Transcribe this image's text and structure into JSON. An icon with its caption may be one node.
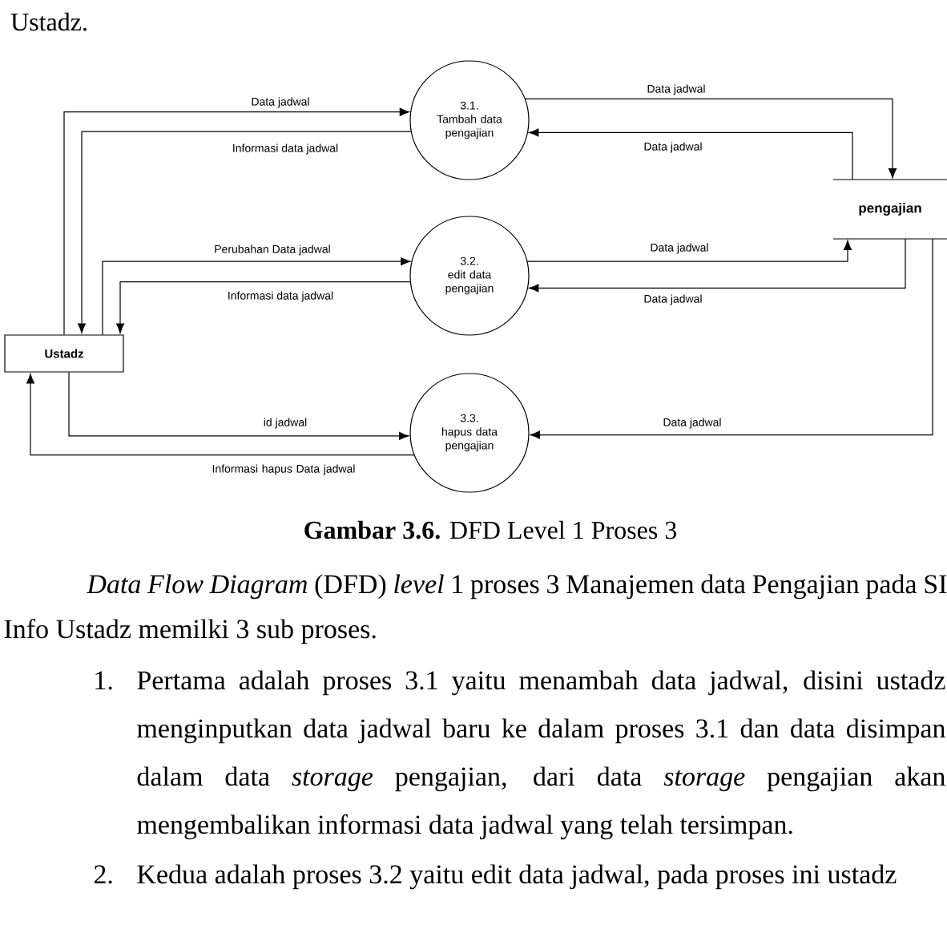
{
  "diagram": {
    "caption": "**Gambar 3.6.** DFD Level 1 Proses 3",
    "nodes": [
      {
        "text": [
          "Ustadz"
        ]
      },
      {
        "text": [
          "3.1.",
          "Tambah data pengajian"
        ]
      },
      {
        "text": [
          "3.2.",
          "edit data pengajian"
        ]
      },
      {
        "text": [
          "3.3.",
          "hapus data pengajian"
        ]
      },
      {
        "text": [
          "pengajian"
        ]
      }
    ],
    "edges": [
      {
        "from": 0,
        "to": 1,
        "arrow": "to",
        "label": "Data jadwal"
      },
      {
        "from": 1,
        "to": 0,
        "arrow": "to",
        "label": "Informasi data jadwal"
      },
      {
        "from": 0,
        "to": 2,
        "arrow": "to",
        "label": "Perubahan Data jadwal"
      },
      {
        "from": 2,
        "to": 0,
        "arrow": "to",
        "label": "Informasi data jadwal"
      },
      {
        "from": 0,
        "to": 3,
        "arrow": "to",
        "label": "id jadwal"
      },
      {
        "from": 3,
        "to": 0,
        "arrow": "to",
        "label": "Informasi hapus Data jadwal"
      },
      {
        "from": 1,
        "to": 4,
        "arrow": "to",
        "label": "Data jadwal"
      },
      {
        "from": 4,
        "to": 1,
        "arrow": "to",
        "label": "Data jadwal"
      },
      {
        "from": 2,
        "to": 4,
        "arrow": "to",
        "label": "Data jadwal"
      },
      {
        "from": 4,
        "to": 2,
        "arrow": "to",
        "label": "Data jadwal"
      },
      {
        "from": 4,
        "to": 3,
        "arrow": "to",
        "label": "Data jadwal"
      }
    ],
    "labels": [
      "Ustadz.",
      "*Data Flow Diagram* (DFD) *level* 1 proses 3 Manajemen data Pengajian pada SI Info Ustadz memilki 3 sub proses.",
      "1.",
      "Pertama adalah proses 3.1 yaitu menambah data jadwal, disini ustadz menginputkan data jadwal baru ke dalam proses 3.1 dan data disimpan dalam data *storage* pengajian, dari data *storage* pengajian akan mengembalikan informasi data jadwal yang telah tersimpan.",
      "2.",
      "Kedua adalah proses 3.2 yaitu edit data jadwal, pada proses ini ustadz"
    ]
  }
}
